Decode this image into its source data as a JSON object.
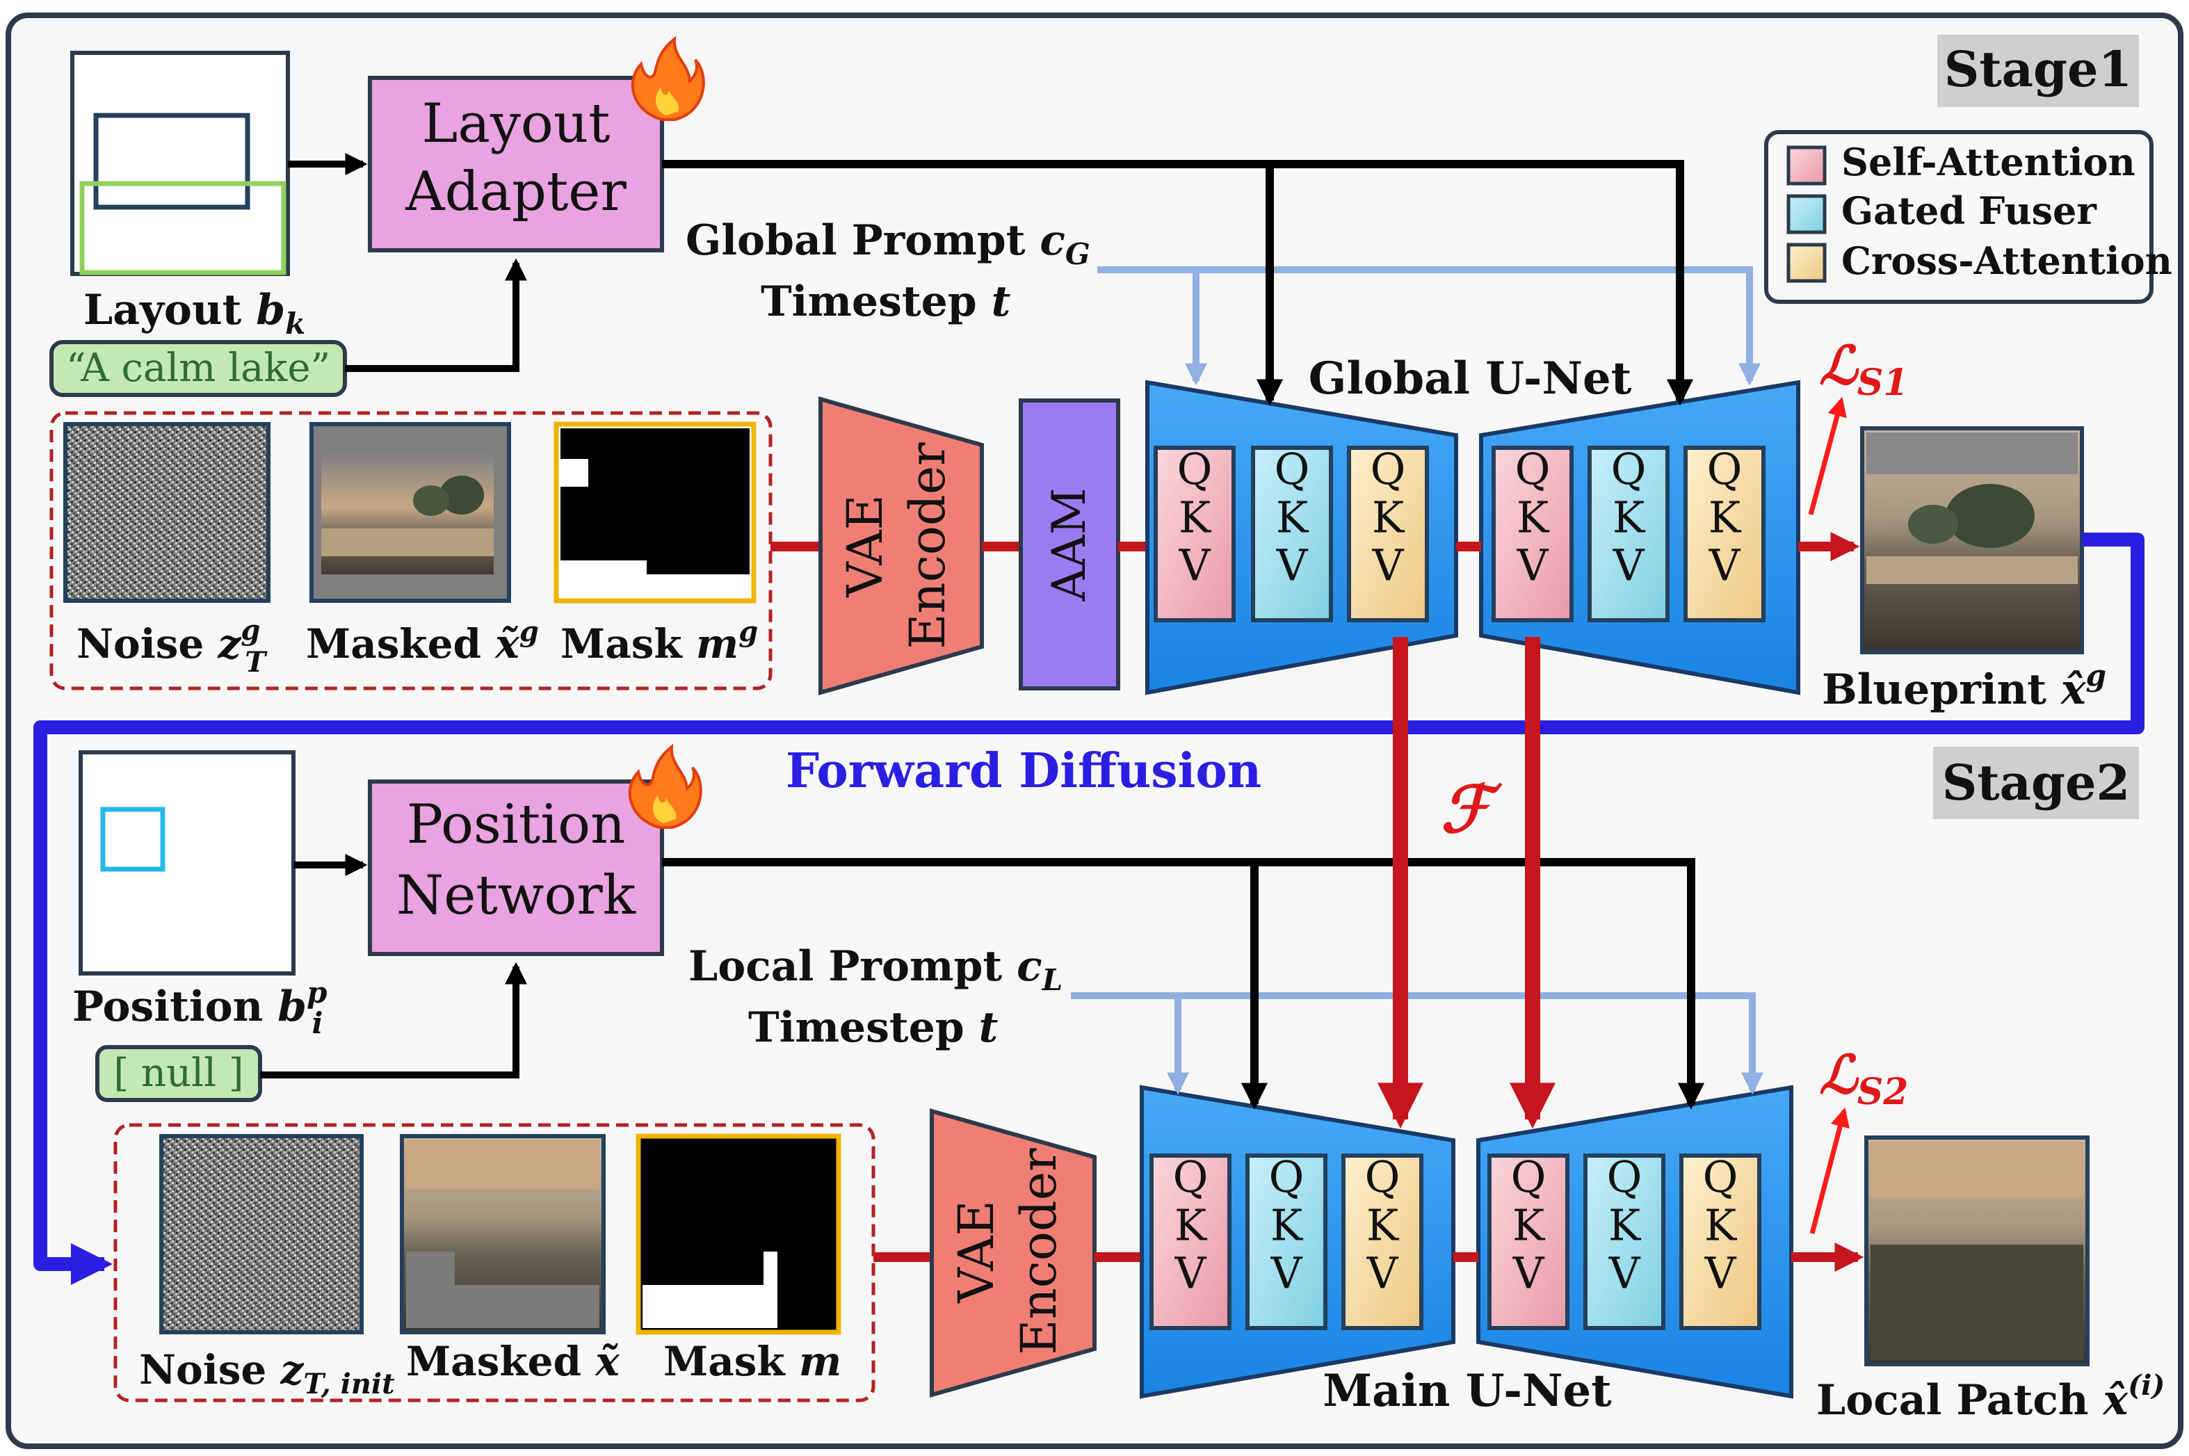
{
  "stages": {
    "stage1": "Stage1",
    "stage2": "Stage2"
  },
  "legend": {
    "self_attention": "Self-Attention",
    "gated_fuser": "Gated Fuser",
    "cross_attention": "Cross-Attention",
    "colors": {
      "self_attention": "#f4b6c0",
      "gated_fuser": "#9fdceb",
      "cross_attention": "#f6dba0"
    }
  },
  "stage1": {
    "layout_label": "Layout ",
    "layout_var": "b",
    "layout_sub": "k",
    "layout_adapter_line1": "Layout",
    "layout_adapter_line2": "Adapter",
    "caption_text": "“A calm lake”",
    "global_prompt_label": "Global Prompt ",
    "global_prompt_var": "c",
    "global_prompt_sub": "G",
    "timestep_label": "Timestep ",
    "timestep_var": "t",
    "noise_label": "Noise ",
    "noise_var": "z",
    "noise_sup": "g",
    "noise_sub": "T",
    "masked_label": "Masked ",
    "masked_var": "x̃",
    "masked_sup": "g",
    "mask_label": "Mask ",
    "mask_var": "m",
    "mask_sup": "g",
    "vae_line1": "VAE",
    "vae_line2": "Encoder",
    "aam": "AAM",
    "unet_label": "Global U-Net",
    "loss_symbol": "ℒ",
    "loss_sub": "S1",
    "blueprint_label": "Blueprint ",
    "blueprint_var": "x̂",
    "blueprint_sup": "g"
  },
  "forward_diffusion": "Forward Diffusion",
  "fuse_symbol": "ℱ",
  "stage2": {
    "position_label": "Position ",
    "position_var": "b",
    "position_sup": "p",
    "position_sub": "i",
    "position_network_line1": "Position",
    "position_network_line2": "Network",
    "null_text": "[ null ]",
    "local_prompt_label": "Local Prompt ",
    "local_prompt_var": "c",
    "local_prompt_sub": "L",
    "timestep_label": "Timestep ",
    "timestep_var": "t",
    "noise_label": "Noise ",
    "noise_var": "z",
    "noise_sub": "T, init",
    "masked_label": "Masked ",
    "masked_var": "x̃",
    "mask_label": "Mask ",
    "mask_var": "m",
    "vae_line1": "VAE",
    "vae_line2": "Encoder",
    "unet_label": "Main U-Net",
    "loss_symbol": "ℒ",
    "loss_sub": "S2",
    "local_patch_label": "Local Patch ",
    "local_patch_var": "x̂",
    "local_patch_sup": "(i)"
  },
  "qkv": {
    "q": "Q",
    "k": "K",
    "v": "V"
  },
  "colors": {
    "adapter": "#e9a3e0",
    "vae": "#ef7f74",
    "aam": "#9b7cf0",
    "unet": "#1e90ee",
    "control_arrow": "#8fb0e0",
    "red_arrow": "#c4161c",
    "blue_path": "#2a1fe0"
  }
}
